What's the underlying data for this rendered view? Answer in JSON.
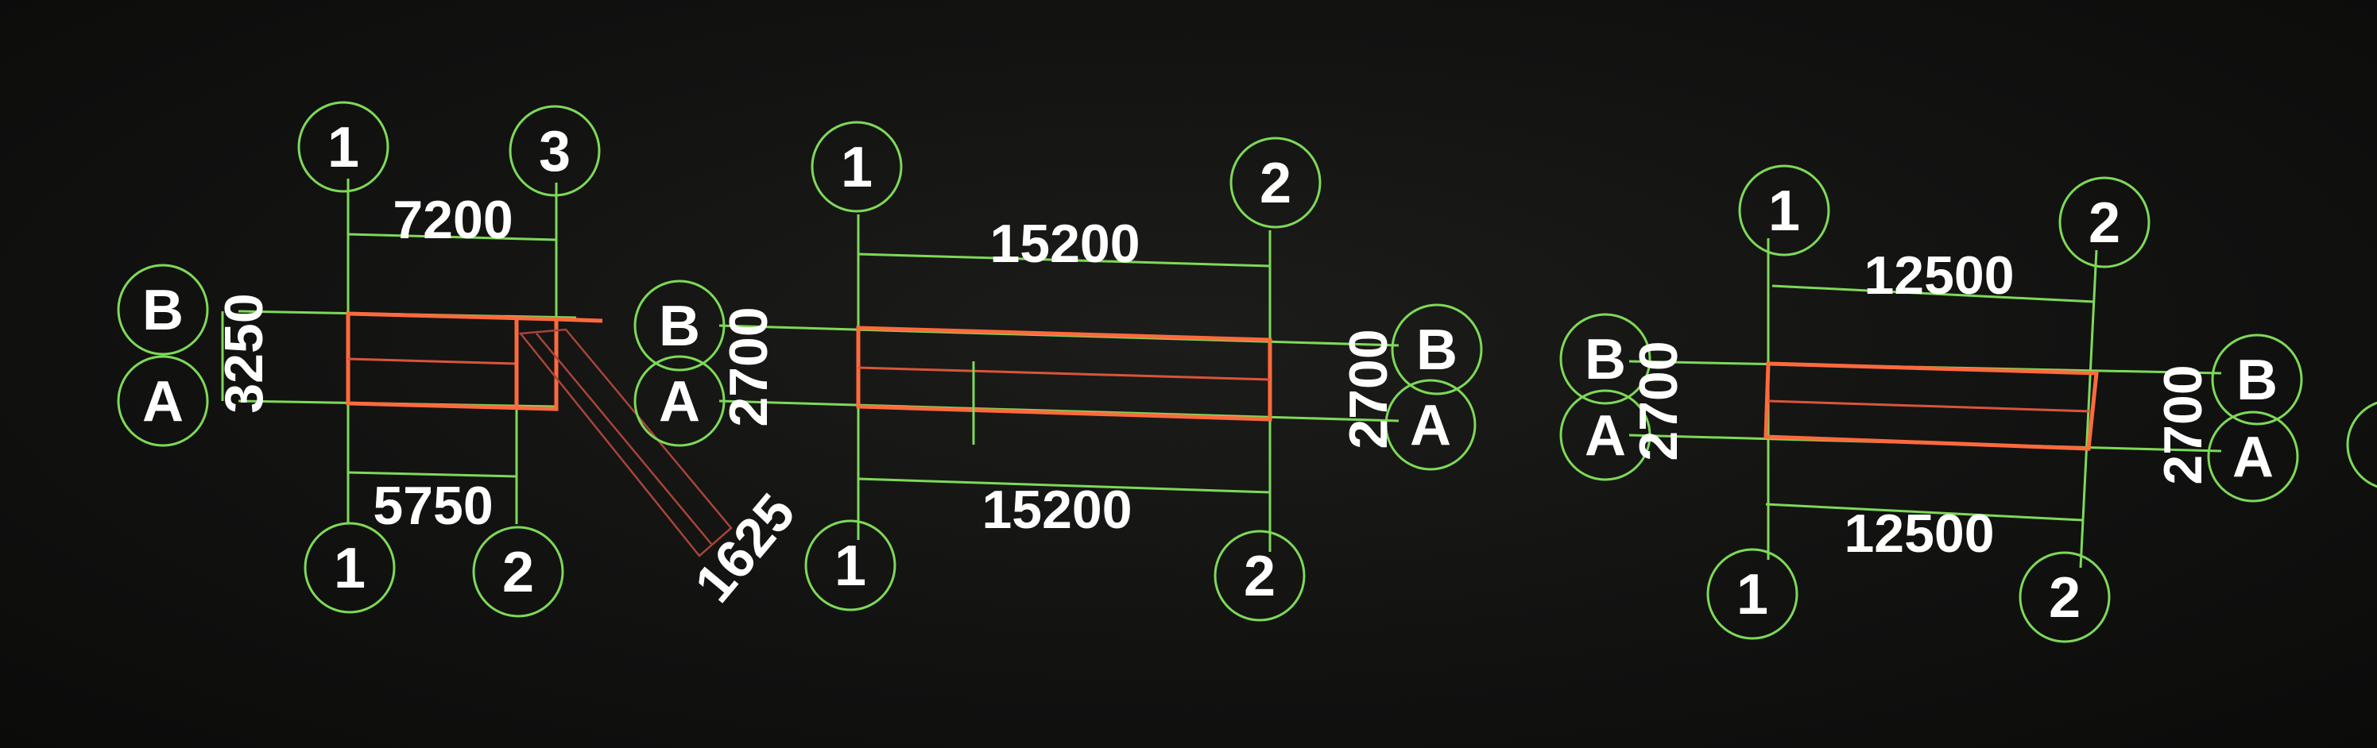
{
  "colors": {
    "background": "#121211",
    "grid_lines": "#7ed957",
    "beam_outline": "#ff6a3d",
    "ramp_lines": "#a8443a",
    "text": "#ffffff"
  },
  "icons": {
    "axis_bubble": "grid-bubble-icon"
  },
  "plan1": {
    "top_bubbles": [
      "1",
      "3"
    ],
    "bottom_bubbles": [
      "1",
      "2"
    ],
    "left_bubbles": [
      "B",
      "A"
    ],
    "dims": {
      "top": "7200",
      "bottom": "5750",
      "left": "3250",
      "ramp": "1625"
    }
  },
  "plan2": {
    "top_bubbles": [
      "1",
      "2"
    ],
    "bottom_bubbles": [
      "1",
      "2"
    ],
    "left_bubbles": [
      "B",
      "A"
    ],
    "right_bubbles": [
      "B",
      "A"
    ],
    "dims": {
      "top": "15200",
      "bottom": "15200",
      "left": "2700",
      "right": "2700"
    }
  },
  "plan3": {
    "top_bubbles": [
      "1",
      "2"
    ],
    "bottom_bubbles": [
      "1",
      "2"
    ],
    "left_bubbles": [
      "B",
      "A"
    ],
    "right_bubbles": [
      "B",
      "A"
    ],
    "dims": {
      "top": "12500",
      "bottom": "12500",
      "left": "2700",
      "right": "2700"
    }
  }
}
